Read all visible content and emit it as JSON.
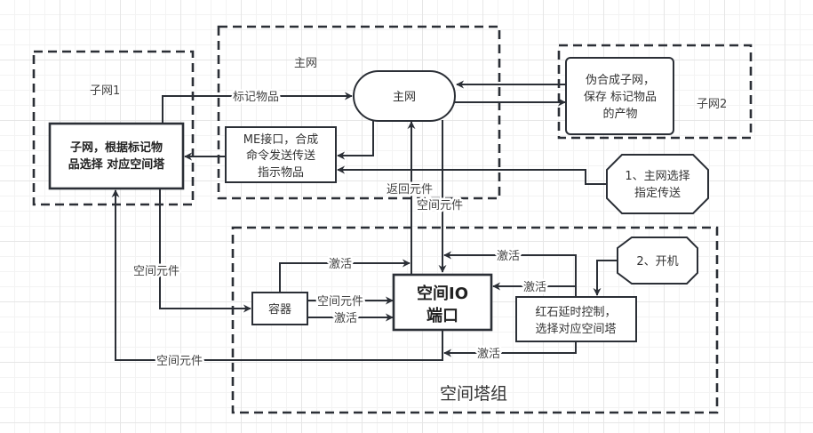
{
  "groups": {
    "subnet1": "子网1",
    "main_net": "主网",
    "subnet2": "子网2",
    "tower_group": "空间塔组"
  },
  "nodes": {
    "subnet1_box": [
      "子网，根据标记物",
      "品选择 对应空间塔"
    ],
    "main_net": "主网",
    "me_interface": [
      "ME接口，合成",
      "命令发送传送",
      "指示物品"
    ],
    "pseudo_craft": [
      "伪合成子网，",
      "保存 标记物品",
      "的产物"
    ],
    "step1": [
      "1、主网选择",
      "指定传送"
    ],
    "step2": "2、开机",
    "container": "容器",
    "spatial_io": [
      "空间IO",
      "端口"
    ],
    "redstone": [
      "红石延时控制，",
      "选择对应空间塔"
    ]
  },
  "edges": {
    "mark_items": "标记物品",
    "return_parts": "返回元件",
    "spatial_parts_down": "空间元件",
    "spatial_parts_left": "空间元件",
    "spatial_parts_container": "空间元件",
    "spatial_parts_bottom": "空间元件",
    "activate_top": "激活",
    "activate_container": "激活",
    "activate_redstone_top": "激活",
    "activate_redstone_mid": "激活",
    "activate_redstone_bottom": "激活"
  },
  "colors": {
    "stroke": "#2b2f36",
    "grid": "#e6e6e6",
    "text": "#333333"
  }
}
